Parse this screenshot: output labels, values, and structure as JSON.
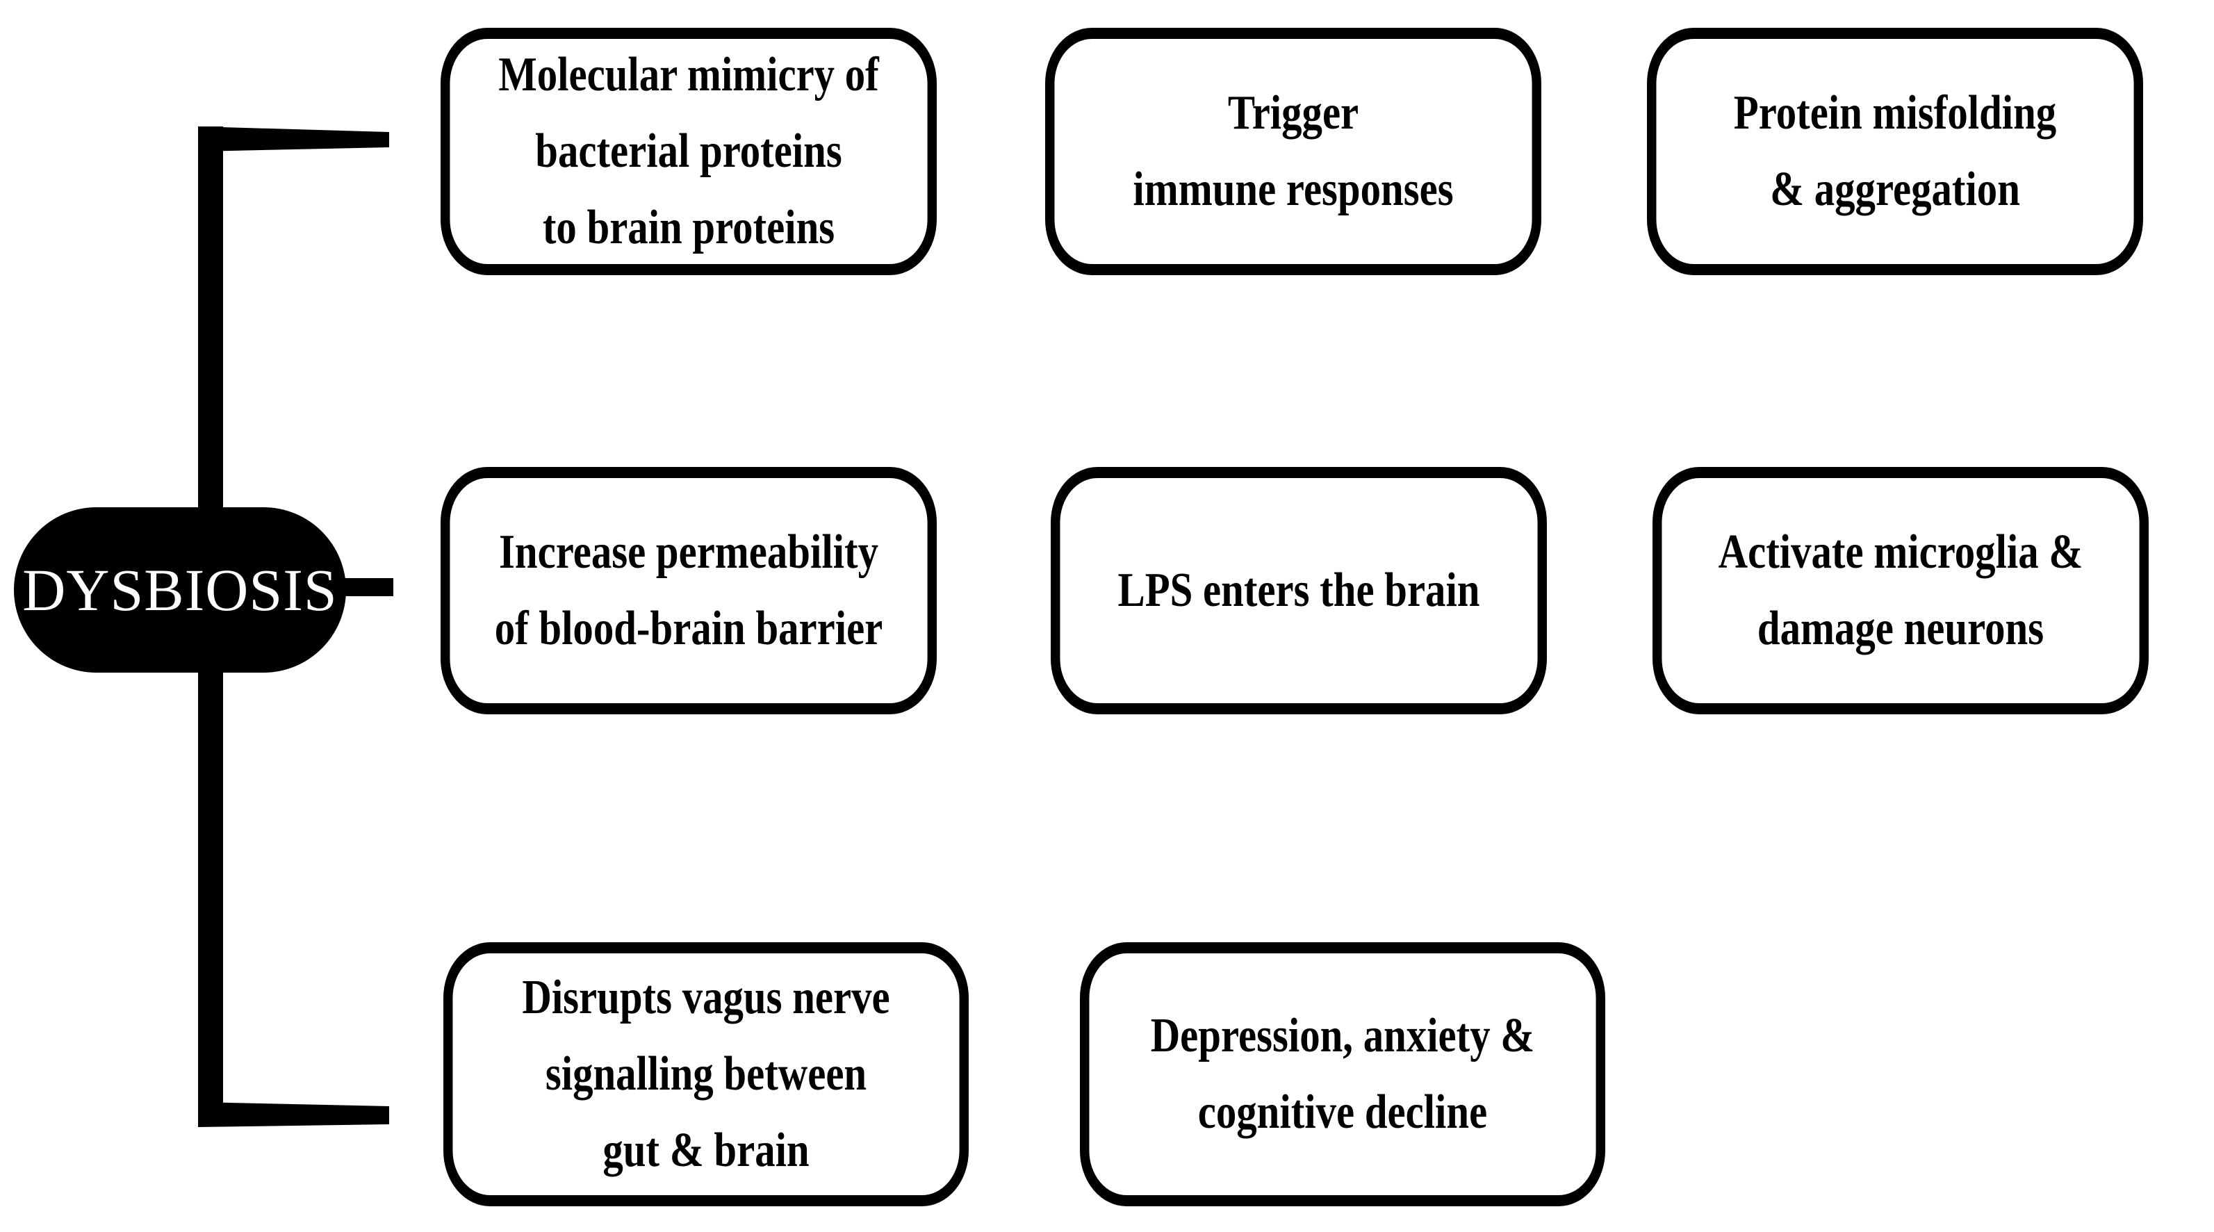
{
  "diagram": {
    "root": {
      "label": "DYSBIOSIS"
    },
    "rows": [
      {
        "boxes": [
          {
            "text": "Molecular mimicry of\nbacterial proteins\nto brain proteins"
          },
          {
            "text": "Trigger\nimmune responses"
          },
          {
            "text": "Protein misfolding\n& aggregation"
          }
        ]
      },
      {
        "boxes": [
          {
            "text": "Increase permeability\nof blood-brain barrier"
          },
          {
            "text": "LPS enters the brain"
          },
          {
            "text": "Activate microglia &\ndamage neurons"
          }
        ]
      },
      {
        "boxes": [
          {
            "text": "Disrupts vagus nerve\nsignalling between\ngut & brain"
          },
          {
            "text": "Depression, anxiety &\ncognitive decline"
          }
        ]
      }
    ],
    "colors": {
      "line": "#000000",
      "root_fill": "#000000",
      "root_text": "#ffffff",
      "box_fill": "#ffffff",
      "box_border": "#000000"
    }
  }
}
